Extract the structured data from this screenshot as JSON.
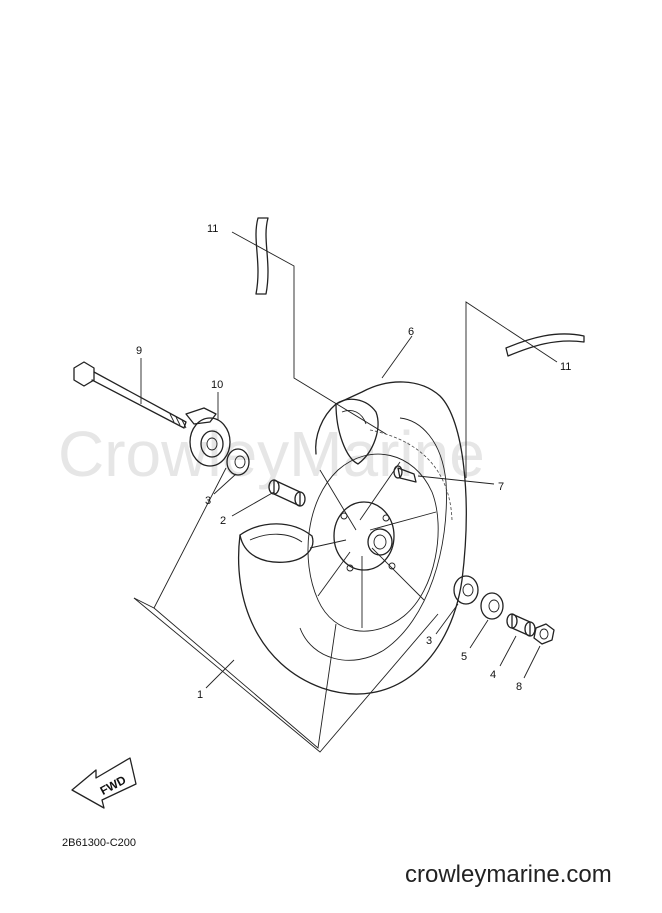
{
  "watermark": "CrowleyMarine",
  "diagram_code": "2B61300-C200",
  "site_url": "crowleymarine.com",
  "fwd_label": "FWD",
  "callouts": {
    "c1": "1",
    "c2": "2",
    "c3a": "3",
    "c3b": "3",
    "c4": "4",
    "c5": "5",
    "c6": "6",
    "c7": "7",
    "c8": "8",
    "c9": "9",
    "c10": "10",
    "c11a": "11",
    "c11b": "11"
  }
}
